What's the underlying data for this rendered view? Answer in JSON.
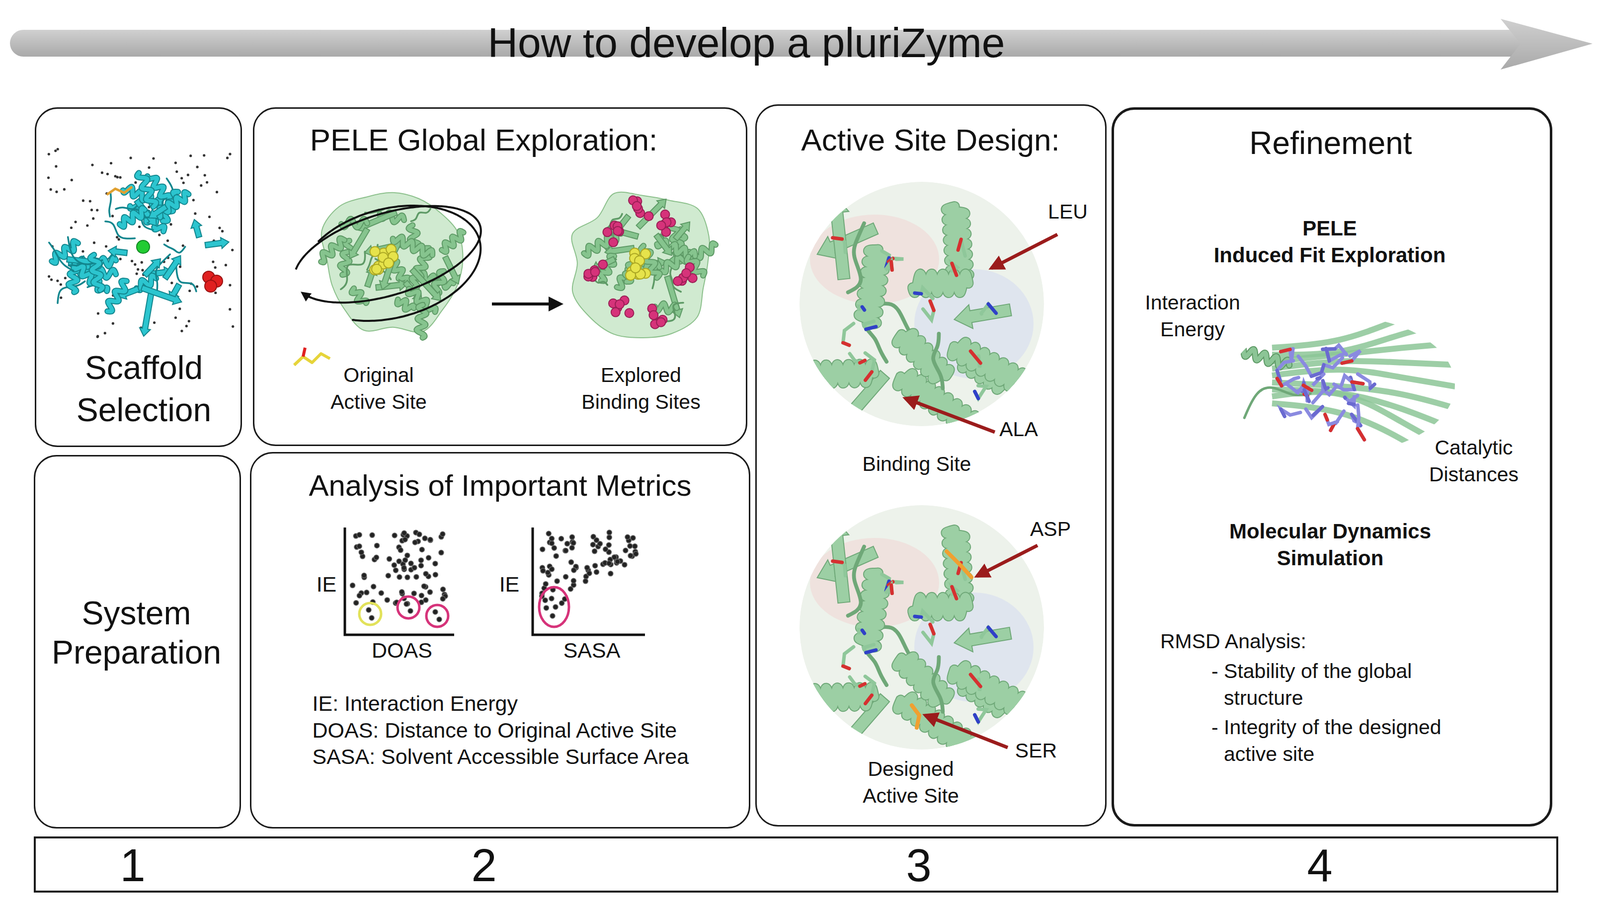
{
  "diagram": {
    "title": "How to develop a pluriZyme",
    "nodes": [
      {
        "text": [
          "Scaffold Selection"
        ]
      },
      {
        "text": [
          "System Preparation"
        ]
      },
      {
        "text": [
          "PELE Global Exploration:"
        ]
      },
      {
        "text": [
          "Analysis of Important Metrics",
          "IE: Interaction Energy",
          "DOAS: Distance to Original Active Site",
          "SASA: Solvent Accessible Surface Area"
        ]
      },
      {
        "text": [
          "Active Site Design:"
        ]
      },
      {
        "text": [
          "Refinement",
          "PELE Induced Fit Exploration",
          "Molecular Dynamics Simulation",
          "RMSD Analysis:",
          "- Stability of the global structure",
          "- Integrity of the designed active site"
        ]
      },
      {
        "text": [
          "1",
          "2",
          "3",
          "4"
        ]
      }
    ],
    "labels": [
      "Original Active Site",
      "Explored Binding Sites",
      "IE",
      "DOAS",
      "IE",
      "SASA",
      "LEU",
      "ALA",
      "Binding Site",
      "ASP",
      "SER",
      "Designed Active Site",
      "Interaction Energy",
      "Catalytic Distances"
    ]
  }
}
